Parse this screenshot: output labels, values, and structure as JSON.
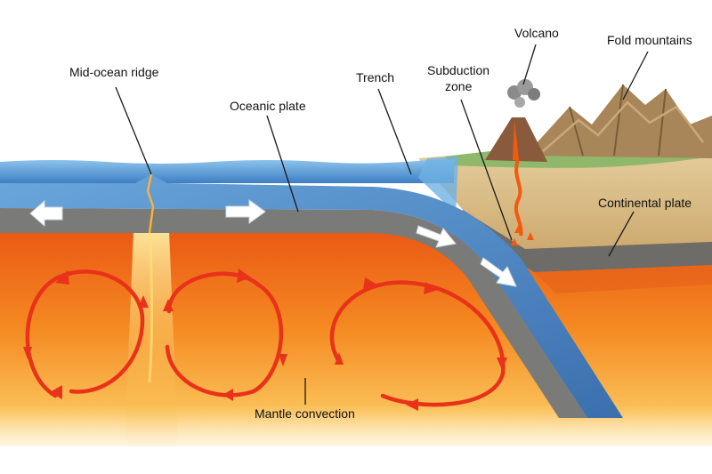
{
  "labels": {
    "mid_ocean_ridge": "Mid-ocean ridge",
    "oceanic_plate": "Oceanic plate",
    "trench": "Trench",
    "subduction_zone_line1": "Subduction",
    "subduction_zone_line2": "zone",
    "volcano": "Volcano",
    "fold_mountains": "Fold mountains",
    "continental_plate": "Continental plate",
    "mantle_convection": "Mantle convection"
  },
  "colors": {
    "ocean": "#5b9fd6",
    "oceanic_crust": "#3f78b8",
    "lithosphere_gray": "#7a7a78",
    "mantle_hot": "#f07a1c",
    "mantle_warm": "#f9b03a",
    "continent_sand": "#dcc08a",
    "mountain_brown": "#a8865a",
    "magma": "#f25a10",
    "convection_arrow": "#e8321a"
  },
  "icons": [
    "plate-motion-arrow-icon",
    "convection-arrow-icon",
    "volcano-smoke-icon"
  ]
}
